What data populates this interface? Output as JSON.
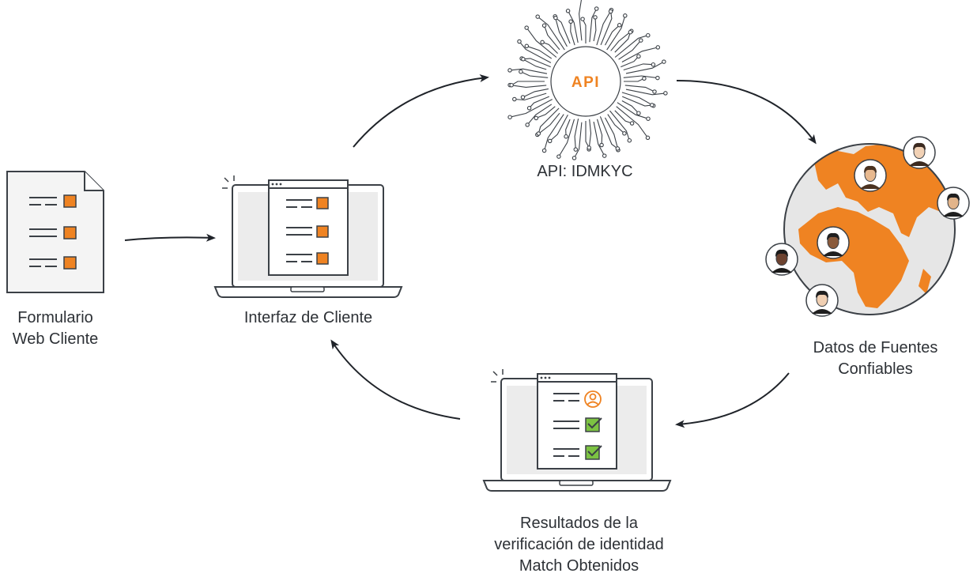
{
  "colors": {
    "accent": "#ef8322",
    "ink": "#2b2f35",
    "check": "#7cc242",
    "screen": "#ececec",
    "globe_sea": "#e6e6e6"
  },
  "nodes": {
    "web_form": {
      "label_line1": "Formulario",
      "label_line2": "Web Cliente",
      "icon": "document-form-icon"
    },
    "client_ui": {
      "label": "Interfaz de Cliente",
      "icon": "laptop-form-icon"
    },
    "api": {
      "badge": "API",
      "label": "API: IDMKYC",
      "icon": "circuit-chip-icon"
    },
    "trusted_sources": {
      "label_line1": "Datos de Fuentes",
      "label_line2": "Confiables",
      "icon": "globe-people-icon"
    },
    "results": {
      "label_line1": "Resultados de la",
      "label_line2": "verificación de identidad",
      "label_line3": "Match Obtenidos",
      "icon": "laptop-verified-icon"
    }
  },
  "flow": [
    "web_form",
    "client_ui",
    "api",
    "trusted_sources",
    "results",
    "client_ui"
  ]
}
